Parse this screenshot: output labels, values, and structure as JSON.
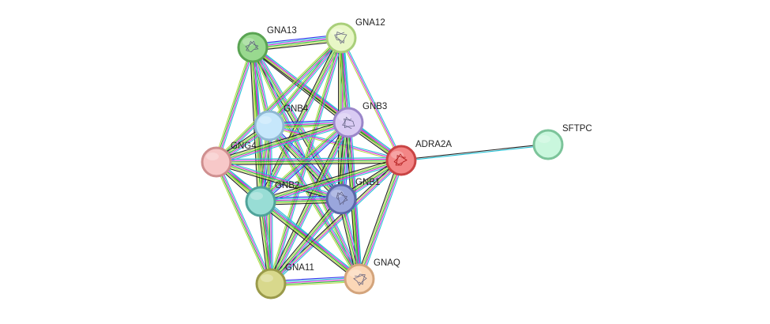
{
  "nodes": [
    {
      "id": "GNA13",
      "label": "GNA13",
      "fill": "#99d98f",
      "stroke": "#5aa453",
      "icon": "protein-structure"
    },
    {
      "id": "GNA12",
      "label": "GNA12",
      "fill": "#e8f7c6",
      "stroke": "#a9cf7a",
      "icon": "protein-structure"
    },
    {
      "id": "GNB4",
      "label": "GNB4",
      "fill": "#c6e7fb",
      "stroke": "#8fb8d3",
      "icon": "none"
    },
    {
      "id": "GNB3",
      "label": "GNB3",
      "fill": "#d9cbf3",
      "stroke": "#9a86c9",
      "icon": "protein-structure"
    },
    {
      "id": "GNG4",
      "label": "GNG4",
      "fill": "#f7c8c8",
      "stroke": "#cf8f8f",
      "icon": "none"
    },
    {
      "id": "ADRA2A",
      "label": "ADRA2A",
      "fill": "#f38686",
      "stroke": "#c94444",
      "icon": "protein-structure"
    },
    {
      "id": "SFTPC",
      "label": "SFTPC",
      "fill": "#c9f7dd",
      "stroke": "#7cc49a",
      "icon": "none"
    },
    {
      "id": "GNB2",
      "label": "GNB2",
      "fill": "#98ddd5",
      "stroke": "#4fa39a",
      "icon": "none"
    },
    {
      "id": "GNB1",
      "label": "GNB1",
      "fill": "#9aa6dc",
      "stroke": "#5b67a8",
      "icon": "protein-structure"
    },
    {
      "id": "GNA11",
      "label": "GNA11",
      "fill": "#d8d88c",
      "stroke": "#9a9a4a",
      "icon": "none"
    },
    {
      "id": "GNAQ",
      "label": "GNAQ",
      "fill": "#fbd7b7",
      "stroke": "#d3a47c",
      "icon": "protein-structure"
    }
  ],
  "edge_colors": {
    "black": "#222222",
    "magenta": "#d92bd9",
    "blue": "#3333ee",
    "cyan": "#27c2d6",
    "green": "#33bb33",
    "yellow_green": "#b7d94a",
    "gray": "#888888"
  },
  "edges": [
    {
      "source": "ADRA2A",
      "target": "SFTPC",
      "colors": [
        "black",
        "cyan"
      ]
    },
    {
      "source": "GNA13",
      "target": "GNA12",
      "colors": [
        "blue",
        "cyan",
        "magenta",
        "green",
        "yellow_green",
        "black"
      ]
    },
    {
      "source": "GNA13",
      "target": "GNB4",
      "colors": [
        "cyan",
        "magenta",
        "green",
        "yellow_green"
      ]
    },
    {
      "source": "GNA13",
      "target": "GNB3",
      "colors": [
        "cyan",
        "magenta",
        "green",
        "yellow_green",
        "black"
      ]
    },
    {
      "source": "GNA13",
      "target": "GNG4",
      "colors": [
        "cyan",
        "magenta",
        "green",
        "yellow_green"
      ]
    },
    {
      "source": "GNA13",
      "target": "ADRA2A",
      "colors": [
        "cyan",
        "magenta",
        "yellow_green",
        "black"
      ]
    },
    {
      "source": "GNA13",
      "target": "GNB2",
      "colors": [
        "cyan",
        "magenta",
        "green",
        "yellow_green",
        "black"
      ]
    },
    {
      "source": "GNA13",
      "target": "GNB1",
      "colors": [
        "cyan",
        "magenta",
        "green",
        "yellow_green",
        "black"
      ]
    },
    {
      "source": "GNA13",
      "target": "GNA11",
      "colors": [
        "cyan",
        "magenta",
        "green",
        "yellow_green"
      ]
    },
    {
      "source": "GNA13",
      "target": "GNAQ",
      "colors": [
        "cyan",
        "magenta",
        "green",
        "yellow_green"
      ]
    },
    {
      "source": "GNA12",
      "target": "GNB4",
      "colors": [
        "cyan",
        "magenta",
        "green",
        "yellow_green"
      ]
    },
    {
      "source": "GNA12",
      "target": "GNB3",
      "colors": [
        "cyan",
        "magenta",
        "green",
        "yellow_green",
        "black"
      ]
    },
    {
      "source": "GNA12",
      "target": "GNG4",
      "colors": [
        "cyan",
        "magenta",
        "green",
        "yellow_green"
      ]
    },
    {
      "source": "GNA12",
      "target": "ADRA2A",
      "colors": [
        "cyan",
        "magenta",
        "yellow_green"
      ]
    },
    {
      "source": "GNA12",
      "target": "GNB2",
      "colors": [
        "cyan",
        "magenta",
        "green",
        "yellow_green",
        "black"
      ]
    },
    {
      "source": "GNA12",
      "target": "GNB1",
      "colors": [
        "cyan",
        "magenta",
        "green",
        "yellow_green",
        "black"
      ]
    },
    {
      "source": "GNA12",
      "target": "GNA11",
      "colors": [
        "cyan",
        "magenta",
        "green",
        "yellow_green"
      ]
    },
    {
      "source": "GNA12",
      "target": "GNAQ",
      "colors": [
        "cyan",
        "magenta",
        "green",
        "yellow_green"
      ]
    },
    {
      "source": "GNB4",
      "target": "GNB3",
      "colors": [
        "blue",
        "cyan",
        "magenta",
        "green",
        "yellow_green"
      ]
    },
    {
      "source": "GNB4",
      "target": "GNG4",
      "colors": [
        "cyan",
        "magenta",
        "green",
        "yellow_green",
        "black"
      ]
    },
    {
      "source": "GNB4",
      "target": "ADRA2A",
      "colors": [
        "cyan",
        "magenta",
        "yellow_green"
      ]
    },
    {
      "source": "GNB4",
      "target": "GNB2",
      "colors": [
        "blue",
        "cyan",
        "magenta",
        "green",
        "yellow_green"
      ]
    },
    {
      "source": "GNB4",
      "target": "GNB1",
      "colors": [
        "blue",
        "cyan",
        "magenta",
        "green",
        "yellow_green",
        "black"
      ]
    },
    {
      "source": "GNB4",
      "target": "GNA11",
      "colors": [
        "cyan",
        "magenta",
        "green",
        "yellow_green"
      ]
    },
    {
      "source": "GNB4",
      "target": "GNAQ",
      "colors": [
        "cyan",
        "magenta",
        "green",
        "yellow_green"
      ]
    },
    {
      "source": "GNB3",
      "target": "GNG4",
      "colors": [
        "cyan",
        "magenta",
        "green",
        "yellow_green",
        "black"
      ]
    },
    {
      "source": "GNB3",
      "target": "ADRA2A",
      "colors": [
        "cyan",
        "magenta",
        "green",
        "yellow_green",
        "black"
      ]
    },
    {
      "source": "GNB3",
      "target": "GNB2",
      "colors": [
        "blue",
        "cyan",
        "magenta",
        "green",
        "yellow_green"
      ]
    },
    {
      "source": "GNB3",
      "target": "GNB1",
      "colors": [
        "blue",
        "cyan",
        "magenta",
        "green",
        "yellow_green",
        "black"
      ]
    },
    {
      "source": "GNB3",
      "target": "GNA11",
      "colors": [
        "cyan",
        "magenta",
        "green",
        "yellow_green",
        "black"
      ]
    },
    {
      "source": "GNB3",
      "target": "GNAQ",
      "colors": [
        "cyan",
        "magenta",
        "green",
        "yellow_green",
        "black"
      ]
    },
    {
      "source": "GNG4",
      "target": "ADRA2A",
      "colors": [
        "cyan",
        "magenta",
        "green",
        "yellow_green",
        "black"
      ]
    },
    {
      "source": "GNG4",
      "target": "GNB2",
      "colors": [
        "cyan",
        "magenta",
        "green",
        "yellow_green",
        "black"
      ]
    },
    {
      "source": "GNG4",
      "target": "GNB1",
      "colors": [
        "cyan",
        "magenta",
        "green",
        "yellow_green",
        "black"
      ]
    },
    {
      "source": "GNG4",
      "target": "GNA11",
      "colors": [
        "cyan",
        "magenta",
        "green",
        "yellow_green"
      ]
    },
    {
      "source": "GNG4",
      "target": "GNAQ",
      "colors": [
        "cyan",
        "magenta",
        "green",
        "yellow_green"
      ]
    },
    {
      "source": "ADRA2A",
      "target": "GNB2",
      "colors": [
        "cyan",
        "magenta",
        "green",
        "yellow_green",
        "black"
      ]
    },
    {
      "source": "ADRA2A",
      "target": "GNB1",
      "colors": [
        "cyan",
        "magenta",
        "green",
        "yellow_green",
        "black"
      ]
    },
    {
      "source": "ADRA2A",
      "target": "GNA11",
      "colors": [
        "cyan",
        "magenta",
        "yellow_green",
        "black"
      ]
    },
    {
      "source": "ADRA2A",
      "target": "GNAQ",
      "colors": [
        "cyan",
        "magenta",
        "green",
        "yellow_green",
        "black"
      ]
    },
    {
      "source": "GNB2",
      "target": "GNB1",
      "colors": [
        "blue",
        "cyan",
        "magenta",
        "green",
        "yellow_green",
        "black"
      ]
    },
    {
      "source": "GNB2",
      "target": "GNA11",
      "colors": [
        "cyan",
        "magenta",
        "green",
        "yellow_green",
        "black"
      ]
    },
    {
      "source": "GNB2",
      "target": "GNAQ",
      "colors": [
        "cyan",
        "magenta",
        "green",
        "yellow_green",
        "black"
      ]
    },
    {
      "source": "GNB1",
      "target": "GNA11",
      "colors": [
        "cyan",
        "magenta",
        "green",
        "yellow_green",
        "black"
      ]
    },
    {
      "source": "GNB1",
      "target": "GNAQ",
      "colors": [
        "cyan",
        "magenta",
        "green",
        "yellow_green",
        "black"
      ]
    },
    {
      "source": "GNA11",
      "target": "GNAQ",
      "colors": [
        "blue",
        "cyan",
        "magenta",
        "green",
        "yellow_green"
      ]
    }
  ]
}
